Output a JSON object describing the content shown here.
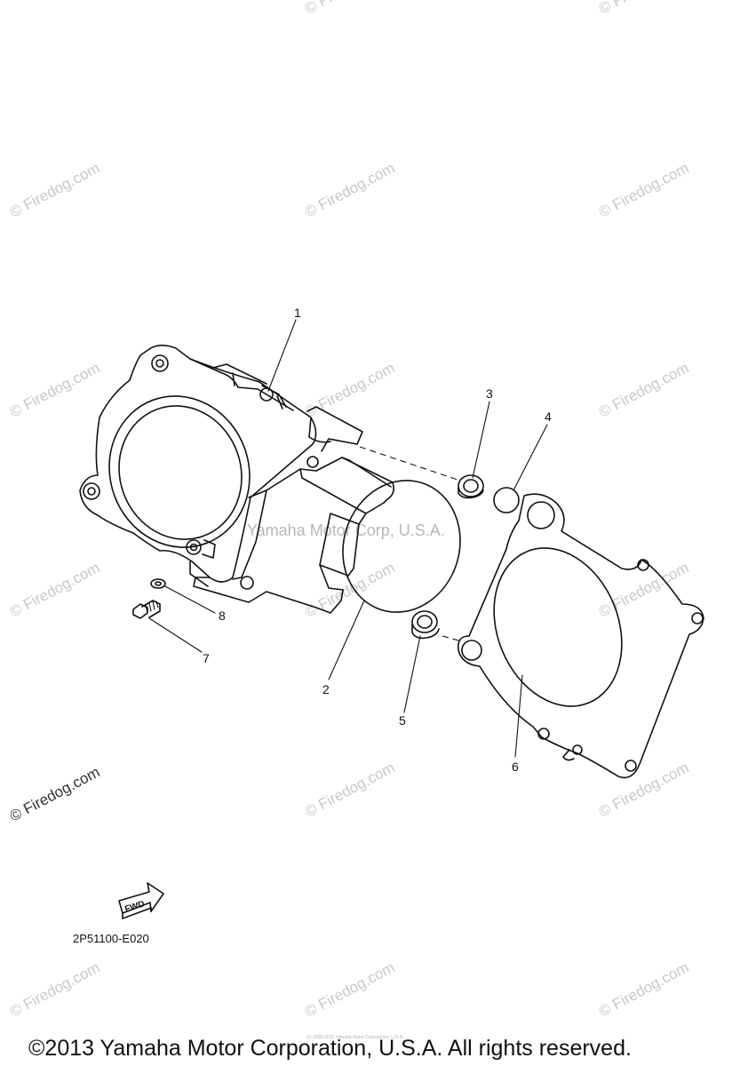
{
  "watermark": {
    "text": "© Firedog.com"
  },
  "center_watermark": "Yamaha Motor Corp, U.S.A.",
  "callouts": [
    "1",
    "2",
    "3",
    "4",
    "5",
    "6",
    "7",
    "8"
  ],
  "fwd_label": "FWD",
  "part_code": "2P51100-E020",
  "tiny_credit": "(c) 2005-2015 Yamaha Motor Corporation, U.S.A.",
  "copyright": "©2013 Yamaha Motor Corporation, U.S.A. All rights reserved."
}
